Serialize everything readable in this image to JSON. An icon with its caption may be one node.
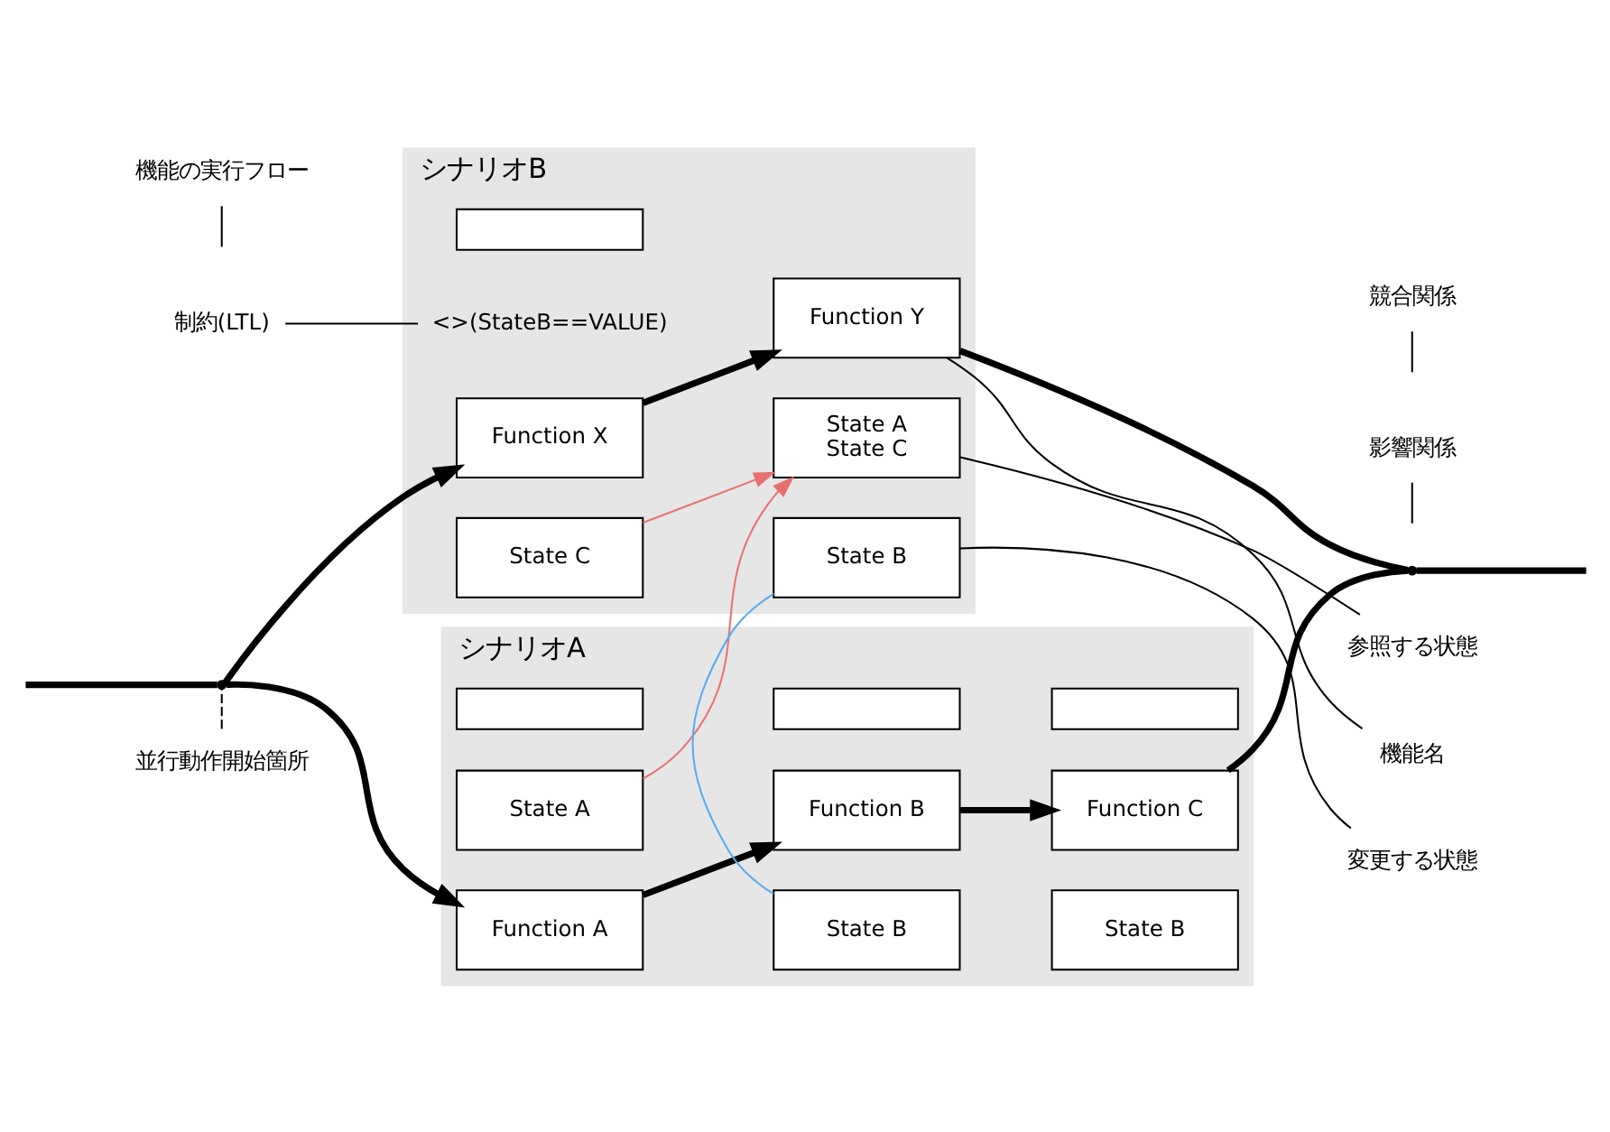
{
  "diagram": {
    "nodes": [
      {
        "text": [
          "シナリオA"
        ]
      },
      {
        "text": [],
        "shape": "box",
        "in": 0
      },
      {
        "text": [],
        "shape": "box",
        "in": 0
      },
      {
        "text": [],
        "shape": "box",
        "in": 0
      },
      {
        "text": [
          "Function A"
        ],
        "in": 0
      },
      {
        "text": [
          "Function B"
        ],
        "in": 0
      },
      {
        "text": [
          "Function C"
        ],
        "in": 0
      },
      {
        "text": [
          "State A"
        ],
        "in": 0
      },
      {
        "text": [
          "State B"
        ],
        "in": 0
      },
      {
        "text": [
          "State B"
        ],
        "in": 0
      },
      {
        "text": [
          "シナリオB"
        ]
      },
      {
        "text": [],
        "shape": "box",
        "in": 10
      },
      {
        "text": [
          "State A",
          "State C"
        ],
        "in": 10
      },
      {
        "text": [
          "Function X"
        ],
        "in": 10
      },
      {
        "text": [
          "Function Y"
        ],
        "in": 10
      },
      {
        "text": [
          "State C"
        ],
        "in": 10
      },
      {
        "text": [
          "State B"
        ],
        "in": 10
      },
      {
        "text": [
          "<>(StateB==VALUE)"
        ],
        "in": 10
      },
      {
        "text": [
          "機能の実行フロー"
        ]
      },
      {
        "text": [
          "並行動作開始箇所"
        ]
      },
      {
        "text": [
          "影響関係"
        ]
      },
      {
        "text": [
          "競合関係"
        ]
      },
      {
        "text": [
          "参照する状態"
        ]
      },
      {
        "text": [
          "機能名"
        ]
      },
      {
        "text": [
          "変更する状態"
        ]
      },
      {
        "text": [
          "制約(LTL)"
        ]
      },
      {
        "text": [],
        "shape": "point"
      },
      {
        "text": [],
        "shape": "point"
      }
    ],
    "edges": [
      {
        "from": null,
        "to": 26,
        "arrow": "none",
        "style": "thick"
      },
      {
        "from": 26,
        "to": 4,
        "arrow": "to",
        "style": "thick"
      },
      {
        "from": 4,
        "to": 5,
        "arrow": "to",
        "style": "thick"
      },
      {
        "from": 5,
        "to": 6,
        "arrow": "to",
        "style": "thick"
      },
      {
        "from": 26,
        "to": 13,
        "arrow": "to",
        "style": "thick"
      },
      {
        "from": 13,
        "to": 14,
        "arrow": "to",
        "style": "thick"
      },
      {
        "from": 6,
        "to": 27,
        "arrow": "none",
        "style": "thick"
      },
      {
        "from": 14,
        "to": 27,
        "arrow": "none",
        "style": "thick"
      },
      {
        "from": 27,
        "to": null,
        "arrow": "none",
        "style": "thick"
      },
      {
        "from": 7,
        "to": 12,
        "arrow": "to",
        "color": "#e87070"
      },
      {
        "from": 15,
        "to": 12,
        "arrow": "to",
        "color": "#e87070"
      },
      {
        "from": 8,
        "to": 16,
        "arrow": "none",
        "color": "#5aaaf0"
      },
      {
        "from": 18,
        "to": null,
        "arrow": "none"
      },
      {
        "from": 19,
        "to": 26,
        "arrow": "none",
        "style": "dashed"
      },
      {
        "from": 20,
        "to": null,
        "arrow": "none"
      },
      {
        "from": 21,
        "to": null,
        "arrow": "none"
      },
      {
        "from": 22,
        "to": 12,
        "arrow": "none"
      },
      {
        "from": 23,
        "to": 14,
        "arrow": "none"
      },
      {
        "from": 24,
        "to": 16,
        "arrow": "none"
      },
      {
        "from": 25,
        "to": 17,
        "arrow": "none"
      }
    ]
  }
}
